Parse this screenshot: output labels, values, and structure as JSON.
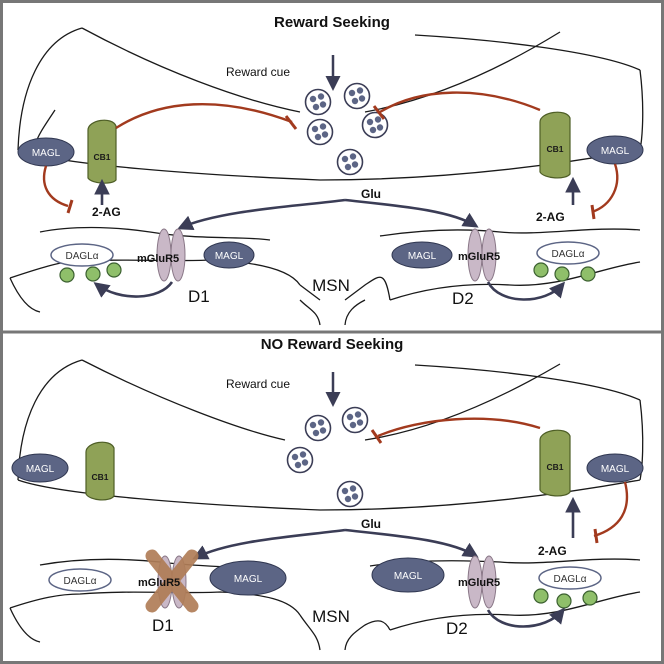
{
  "panels": [
    {
      "title": "Reward Seeking",
      "cue": "Reward cue",
      "glu": "Glu",
      "msn": "MSN",
      "left": {
        "magl_pre": "MAGL",
        "cb1": "CB1",
        "two_ag": "2-AG",
        "dagl": "DAGLα",
        "mglur5": "mGluR5",
        "magl_post": "MAGL",
        "neuron": "D1"
      },
      "right": {
        "magl_pre": "MAGL",
        "cb1": "CB1",
        "two_ag": "2-AG",
        "dagl": "DAGLα",
        "mglur5": "mGluR5",
        "magl_post": "MAGL",
        "neuron": "D2"
      }
    },
    {
      "title": "NO Reward Seeking",
      "cue": "Reward cue",
      "glu": "Glu",
      "msn": "MSN",
      "left": {
        "magl_pre": "MAGL",
        "cb1": "CB1",
        "dagl": "DAGLα",
        "mglur5": "mGluR5",
        "magl_post": "MAGL",
        "neuron": "D1"
      },
      "right": {
        "magl_pre": "MAGL",
        "cb1": "CB1",
        "two_ag": "2-AG",
        "dagl": "DAGLα",
        "mglur5": "mGluR5",
        "magl_post": "MAGL",
        "neuron": "D2"
      }
    }
  ],
  "colors": {
    "frame": "#777777",
    "membrane": "#1a1a1a",
    "arrow": "#3b3d56",
    "inhibit": "#a23a1e",
    "magl": "#5c6585",
    "cb1": "#8fa257",
    "receptor": "#c9b8c7",
    "vesicle_dot": "#5c6585",
    "dagl_dot": "#8fbf6a",
    "block_x": "#b07d57"
  }
}
